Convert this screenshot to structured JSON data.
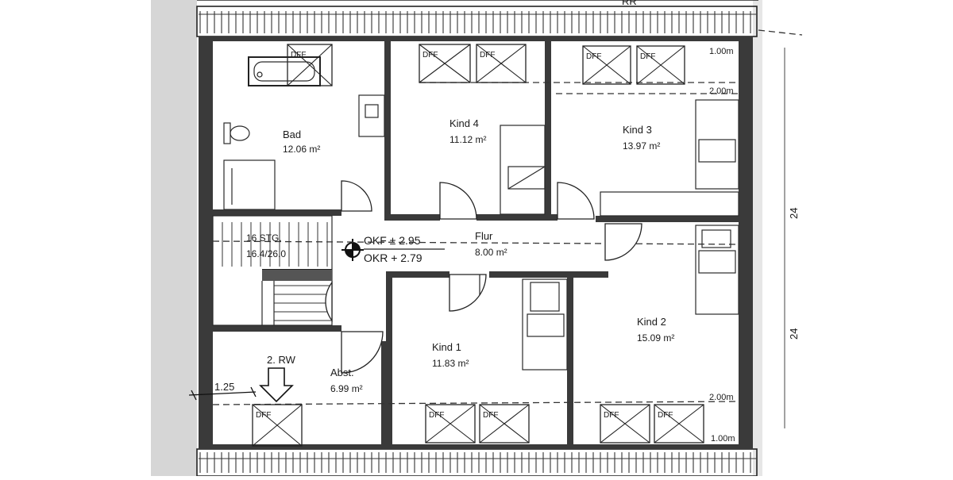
{
  "plan": {
    "top_marker": "RR",
    "rooms": {
      "bad": {
        "name": "Bad",
        "area": "12.06 m²"
      },
      "kind4": {
        "name": "Kind 4",
        "area": "11.12 m²"
      },
      "kind3": {
        "name": "Kind 3",
        "area": "13.97 m²"
      },
      "flur": {
        "name": "Flur",
        "area": "8.00 m²"
      },
      "kind1": {
        "name": "Kind 1",
        "area": "11.83 m²"
      },
      "kind2": {
        "name": "Kind 2",
        "area": "15.09 m²"
      },
      "abst": {
        "name": "Abst.",
        "area": "6.99 m²"
      }
    },
    "stairs": {
      "label_count": "16 STG.",
      "label_ratio": "16.4/26.0"
    },
    "levels": {
      "okf": "OKF ± 2.95",
      "okr": "OKR + 2.79"
    },
    "escape": {
      "label": "2. RW",
      "dimension": "1.25"
    },
    "skylight_label": "DFF",
    "height_lines": {
      "top_1": "1.00m",
      "top_2": "2.00m",
      "bottom_2": "2.00m",
      "bottom_1": "1.00m"
    },
    "side_dims": {
      "upper": "24",
      "lower": "24"
    }
  }
}
